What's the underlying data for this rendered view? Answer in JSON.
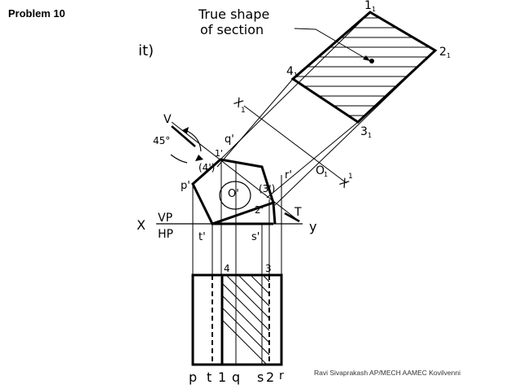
{
  "slide": {
    "title": "Problem 10",
    "credit": "Ravi Sivaprakash AP/MECH AAMEC Kovilvenni"
  },
  "drawing": {
    "true_shape_label_line1": "True shape",
    "true_shape_label_line2": "of section",
    "partial_text": "it)",
    "angle_label": "45°",
    "plane_v_label": "V",
    "plane_t_label": "T",
    "xy_x": "X",
    "xy_y": "y",
    "vp_label": "VP",
    "hp_label": "HP",
    "section_x1": "X",
    "section_x2": "X",
    "fv_labels": {
      "p": "p'",
      "q": "q'",
      "r": "r'",
      "s": "s'",
      "t": "t'",
      "o": "O'",
      "one": "1'",
      "two": "2'",
      "four": "(4')",
      "three": "(3')"
    },
    "ts_labels": {
      "one": "1",
      "two": "2",
      "three": "3",
      "four": "4",
      "o": "O",
      "sub": "1"
    },
    "tv_top_labels": {
      "four": "4",
      "three": "3"
    },
    "bottom_labels": [
      "p",
      "t",
      "1",
      "q",
      "s",
      "2",
      "r"
    ]
  }
}
